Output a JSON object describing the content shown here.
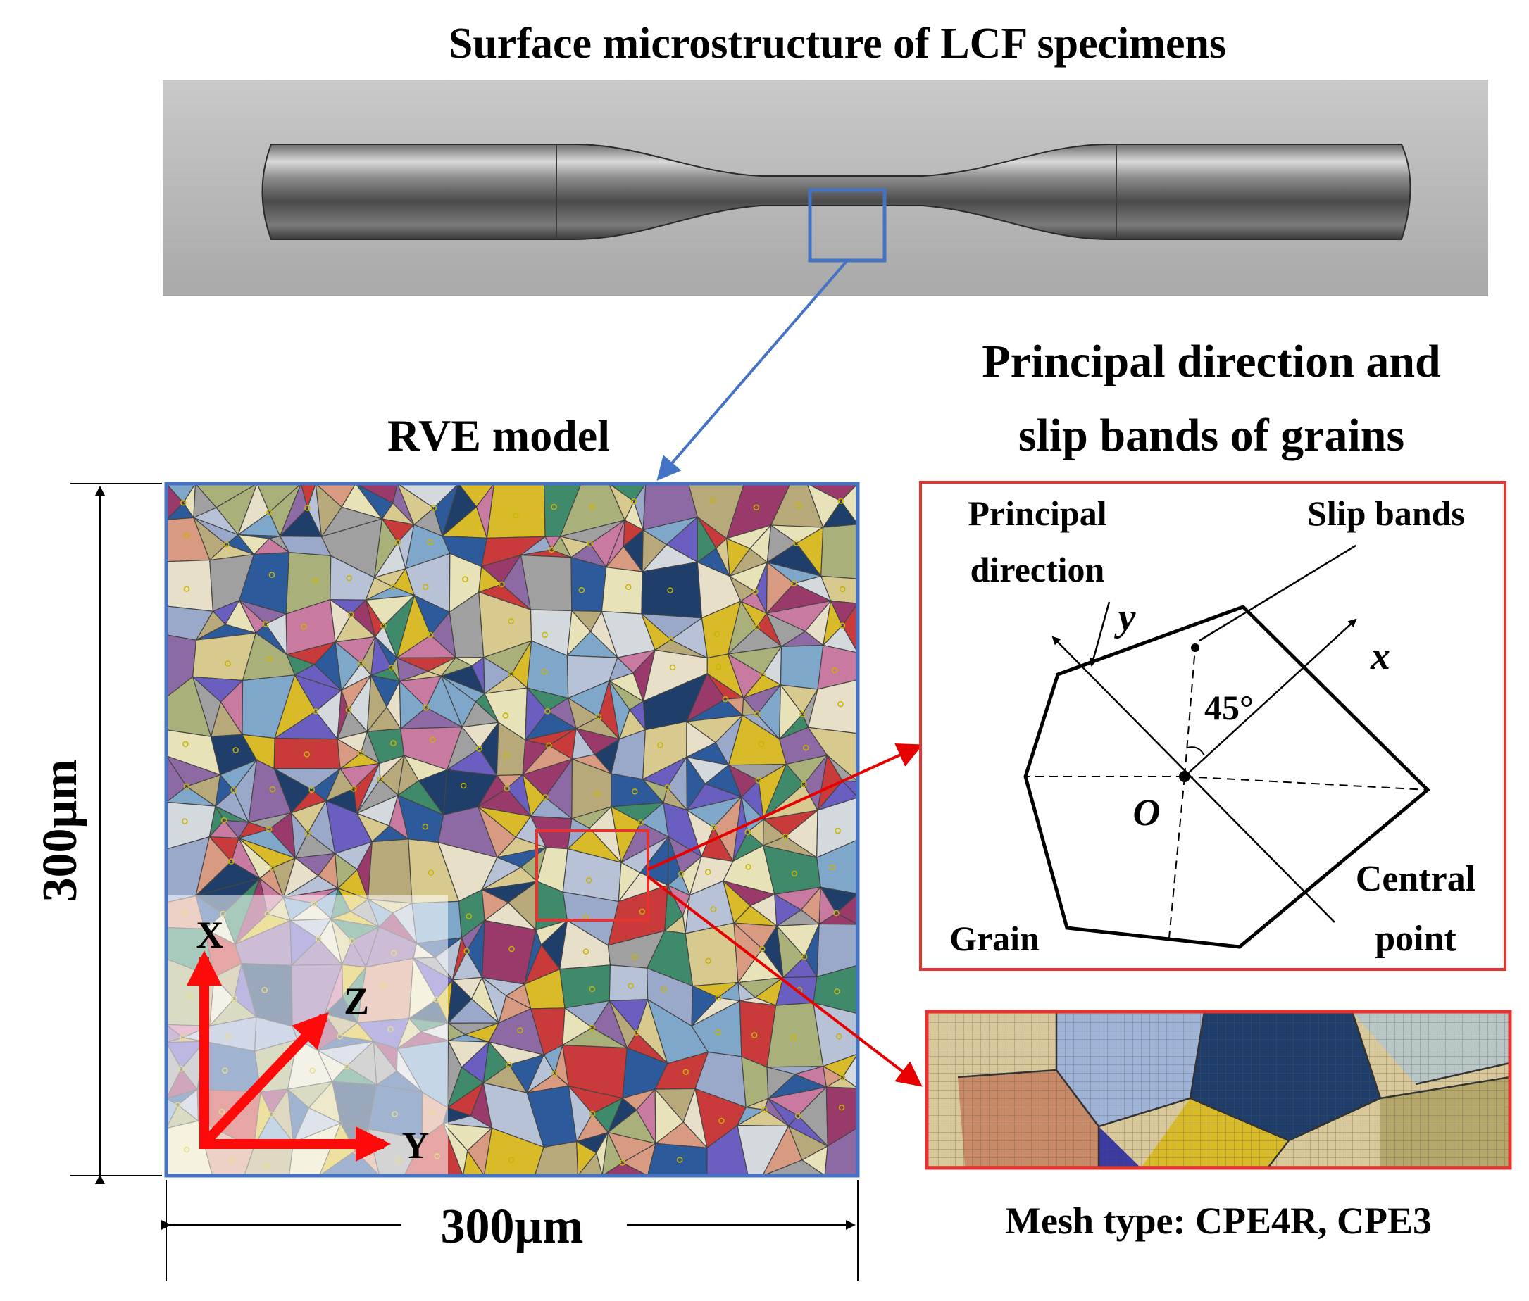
{
  "title": "Surface microstructure of LCF specimens",
  "rve": {
    "title": "RVE model",
    "width_label": "300μm",
    "height_label": "300μm",
    "axis_x": "X",
    "axis_y": "Y",
    "axis_z": "Z",
    "grain_palette": [
      "#d8c98f",
      "#b8c2d6",
      "#9aa9c9",
      "#d4d9de",
      "#e8e2b8",
      "#d89a80",
      "#b8a97a",
      "#8e6aa5",
      "#c93a3a",
      "#d9bb2a",
      "#3f8a6a",
      "#2d5a9a",
      "#6a5fc0",
      "#a0a0a0",
      "#e7dfc8",
      "#1f3f6a",
      "#c97aa0",
      "#7fa7c9",
      "#aab07a",
      "#9a3a6a"
    ]
  },
  "grain_panel": {
    "title_line1": "Principal direction and",
    "title_line2": "slip bands of grains",
    "principal_line1": "Principal",
    "principal_line2": "direction",
    "slip_bands": "Slip bands",
    "axis_y": "y",
    "axis_x": "x",
    "angle": "45°",
    "origin": "O",
    "central_line1": "Central",
    "central_line2": "point",
    "grain": "Grain"
  },
  "mesh": {
    "caption": "Mesh type: CPE4R, CPE3"
  },
  "colors": {
    "blue": "#4472c4",
    "red": "#e60000",
    "red_box": "#e8322f"
  }
}
